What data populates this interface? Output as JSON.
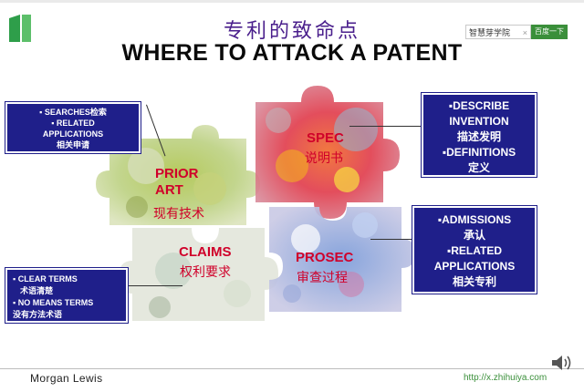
{
  "header": {
    "title_cn": "专利的致命点",
    "title_en": "WHERE TO ATTACK A PATENT"
  },
  "search": {
    "value": "智慧芽学院",
    "clear_glyph": "×",
    "button_label": "百度一下"
  },
  "puzzle": {
    "prior_art": {
      "line1": "PRIOR",
      "line2": "ART",
      "cn": "现有技术"
    },
    "spec": {
      "en": "SPEC",
      "cn": "说明书"
    },
    "claims": {
      "en": "CLAIMS",
      "cn": "权利要求"
    },
    "prosec": {
      "en": "PROSEC",
      "cn": "审查过程"
    }
  },
  "boxes": {
    "searches": {
      "l1": "▪ SEARCHES检索",
      "l2": "▪ RELATED",
      "l3": "APPLICATIONS",
      "l4": "相关申请"
    },
    "describe": {
      "l1": "▪DESCRIBE",
      "l2": "INVENTION",
      "l3": "描述发明",
      "l4": "▪DEFINITIONS",
      "l5": "定义"
    },
    "admissions": {
      "l1": "▪ADMISSIONS",
      "l2": "承认",
      "l3": "▪RELATED",
      "l4": "APPLICATIONS",
      "l5": "相关专利"
    },
    "clear_terms": {
      "l1": "▪ CLEAR TERMS",
      "l2": "术语清楚",
      "l3": "▪ NO MEANS TERMS",
      "l4": "没有方法术语"
    }
  },
  "footer": {
    "brand": "Morgan Lewis",
    "url": "http://x.zhihuiya.com"
  },
  "colors": {
    "box_bg": "#1f1f8a",
    "label_red": "#d0002a",
    "title_purple": "#4a1f8c",
    "brand_green": "#3a8f3a"
  }
}
